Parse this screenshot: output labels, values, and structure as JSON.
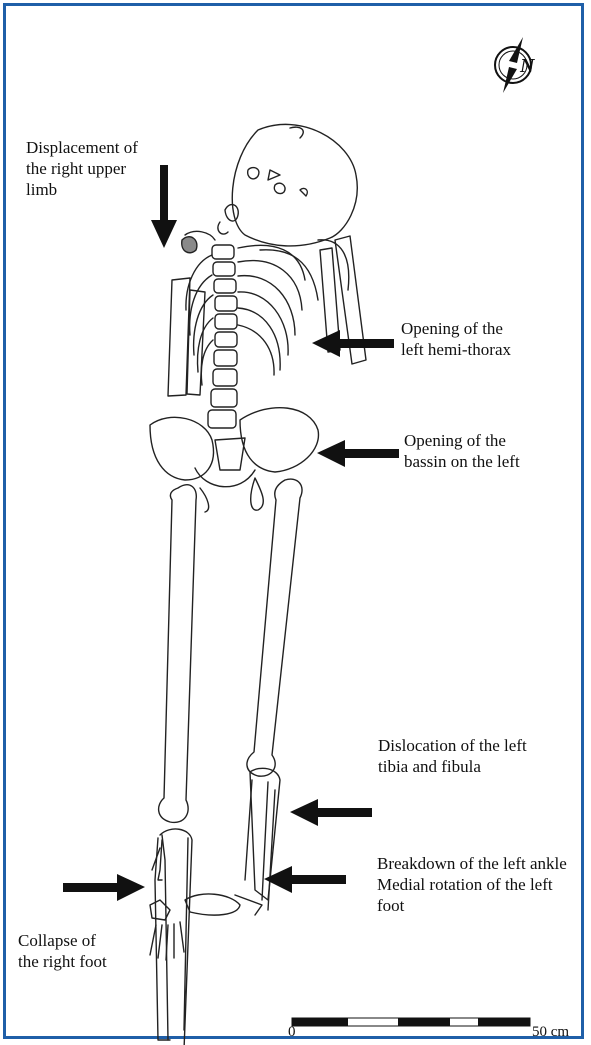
{
  "annotations": {
    "right_upper_limb": [
      "Displacement of",
      "the right upper",
      "limb"
    ],
    "left_hemithorax": [
      "Opening of the",
      "left hemi-thorax"
    ],
    "bassin": [
      "Opening of the",
      "bassin on the left"
    ],
    "left_tibia": [
      "Dislocation of the left",
      "tibia and fibula"
    ],
    "left_ankle": [
      "Breakdown of the left ankle",
      "Medial rotation of the left",
      "foot"
    ],
    "right_foot": [
      "Collapse of",
      "the right foot"
    ]
  },
  "compass": {
    "letter": "N",
    "icon": "north-arrow-icon"
  },
  "scale_bar": {
    "start_label": "0",
    "end_label": "50 cm"
  },
  "colors": {
    "frame": "#1f5fa8",
    "arrow": "#111111",
    "bone_stroke": "#222222",
    "highlight": "#8a8a8a"
  }
}
